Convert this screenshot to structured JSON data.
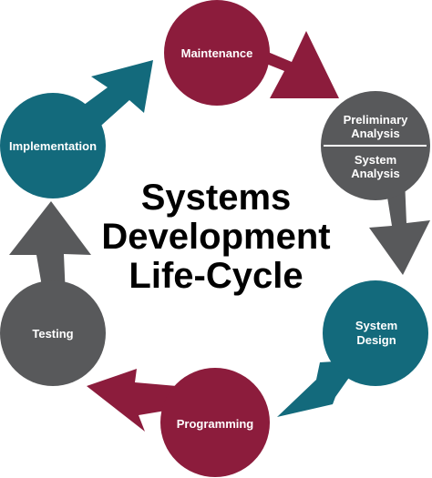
{
  "title": {
    "line1": "Systems",
    "line2": "Development",
    "line3": "Life-Cycle"
  },
  "stages": {
    "maintenance": "Maintenance",
    "preliminary_analysis_1": "Preliminary",
    "preliminary_analysis_2": "Analysis",
    "system_analysis_1": "System",
    "system_analysis_2": "Analysis",
    "system_design_1": "System",
    "system_design_2": "Design",
    "programming": "Programming",
    "testing": "Testing",
    "implementation": "Implementation"
  },
  "colors": {
    "maroon": "#8c1c3c",
    "teal": "#136a7c",
    "gray": "#58595b",
    "text_dark": "#000000",
    "text_light": "#ffffff"
  }
}
